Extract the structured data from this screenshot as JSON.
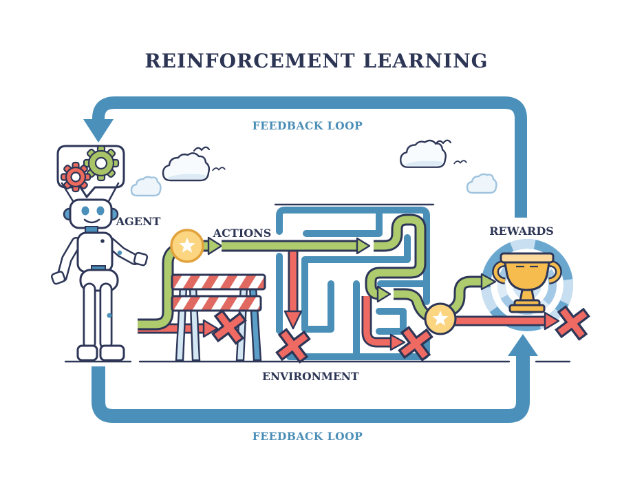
{
  "title": "REINFORCEMENT LEARNING",
  "feedback_loop": {
    "top_label": "FEEDBACK LOOP",
    "bottom_label": "FEEDBACK LOOP"
  },
  "nodes": {
    "agent_label": "AGENT",
    "actions_label": "ACTIONS",
    "environment_label": "ENVIRONMENT",
    "rewards_label": "REWARDS"
  },
  "colors": {
    "navy_outline": "#2d3657",
    "text_navy": "#2c3554",
    "loop_blue": "#4b90ba",
    "label_blue": "#4a8db6",
    "maze_blue": "#4a8fb8",
    "path_green": "#aecb6d",
    "path_red": "#ee6a62",
    "star_yellow": "#fcd581",
    "star_amber": "#e2a23c",
    "trophy_gold": "#f6bd4e",
    "leg_light_blue": "#d3e6f3",
    "steel_blue": "#5b9fc9",
    "target_ring_blue": "#6aa7cf",
    "target_light_blue": "#c7dff1"
  },
  "icons": [
    "feedback-arrow-icon",
    "robot-agent-icon",
    "speech-bubble-icon",
    "gear-icon",
    "cloud-icon",
    "bird-icon",
    "star-badge-icon",
    "x-mark-icon",
    "roadblock-barrier-icon",
    "maze-icon",
    "target-icon",
    "trophy-icon"
  ]
}
